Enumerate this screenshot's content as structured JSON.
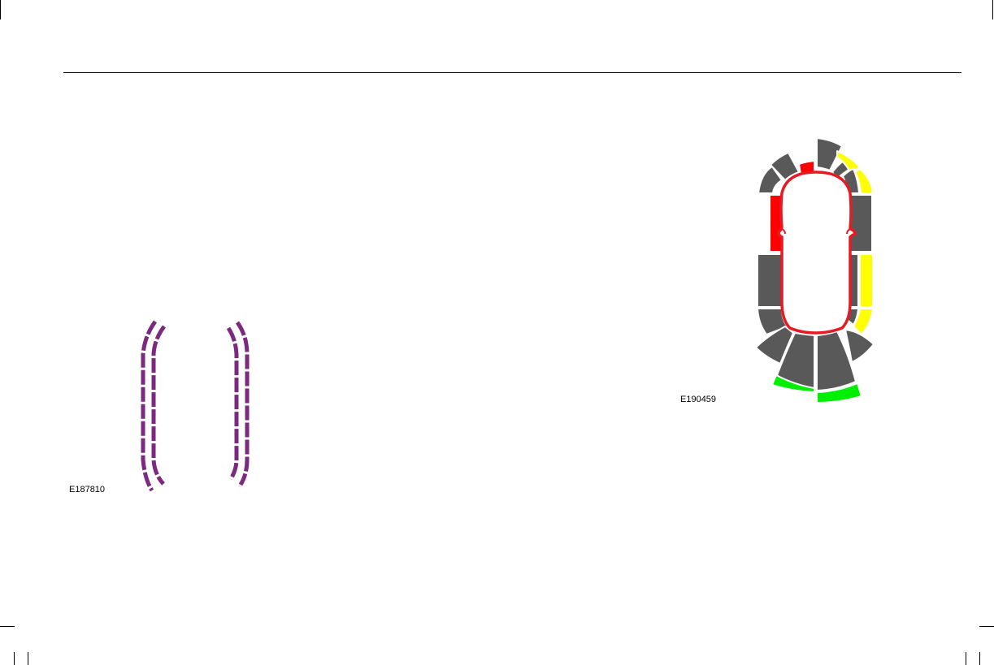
{
  "page": {
    "background": "#ffffff",
    "rule_color": "#000000"
  },
  "figures": [
    {
      "id": "parking-guide-lines",
      "label": "E187810",
      "icon": "dashed-guide-lines-icon",
      "line_color": "#7b2a7f"
    },
    {
      "id": "parking-sensor-display",
      "label": "E190459",
      "icon": "parking-sensor-zones-icon",
      "colors": {
        "inactive": "#595959",
        "far": "#00ee00",
        "mid": "#ffff00",
        "near": "#ff0000",
        "vehicle_outline": "#e51b24"
      }
    }
  ]
}
